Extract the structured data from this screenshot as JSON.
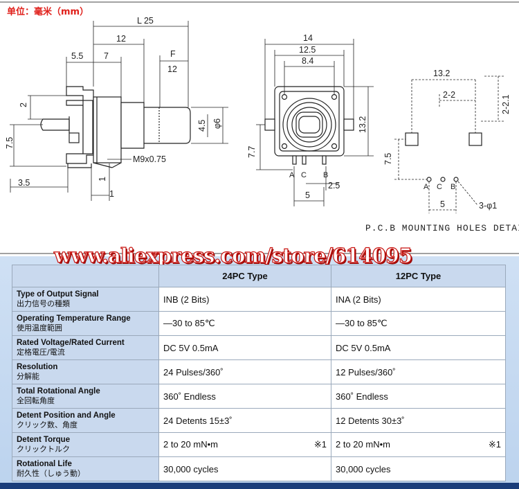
{
  "unit_label": "单位：毫米（mm）",
  "watermark": "www.aliexpress.com/store/614095",
  "side_view": {
    "dims": [
      "L 25",
      "12",
      "5.5",
      "7",
      "F",
      "12",
      "2",
      "7.5",
      "3.5",
      "1",
      "1",
      "4.5",
      "φ6",
      "M9x0.75"
    ]
  },
  "front_view": {
    "dims": [
      "14",
      "12.5",
      "8.4",
      "7.7",
      "13.2",
      "2.5",
      "5"
    ],
    "pins": [
      "A",
      "C",
      "B"
    ]
  },
  "pcb_view": {
    "dims": [
      "13.2",
      "2-2",
      "2-2.1",
      "7.5",
      "5",
      "3-φ1"
    ],
    "pins": [
      "A",
      "C",
      "B"
    ],
    "caption": "P.C.B MOUNTING HOLES DETAIL"
  },
  "table": {
    "headers": [
      "",
      "24PC Type",
      "12PC Type"
    ],
    "rows": [
      {
        "en": "Type of Output Signal",
        "jp": "出力信号の種類",
        "c24": "INB (2 Bits)",
        "c12": "INA (2 Bits)",
        "note24": "",
        "note12": ""
      },
      {
        "en": "Operating Temperature Range",
        "jp": "使用温度範囲",
        "c24": "—30 to 85℃",
        "c12": "—30 to 85℃",
        "note24": "",
        "note12": ""
      },
      {
        "en": "Rated Voltage/Rated Current",
        "jp": "定格電圧/電流",
        "c24": "DC 5V  0.5mA",
        "c12": "DC 5V  0.5mA",
        "note24": "",
        "note12": ""
      },
      {
        "en": "Resolution",
        "jp": "分解能",
        "c24": "24 Pulses/360˚",
        "c12": "12 Pulses/360˚",
        "note24": "",
        "note12": ""
      },
      {
        "en": "Total Rotational Angle",
        "jp": "全回転角度",
        "c24": "360˚  Endless",
        "c12": "360˚  Endless",
        "note24": "",
        "note12": ""
      },
      {
        "en": "Detent Position and Angle",
        "jp": "クリック数、角度",
        "c24": "24 Detents 15±3˚",
        "c12": "12 Detents 30±3˚",
        "note24": "",
        "note12": ""
      },
      {
        "en": "Detent Torque",
        "jp": "クリックトルク",
        "c24": "2 to 20 mN•m",
        "c12": "2 to 20 mN•m",
        "note24": "※1",
        "note12": "※1"
      },
      {
        "en": "Rotational Life",
        "jp": "耐久性（しゅう動）",
        "c24": "30,000 cycles",
        "c12": "30,000 cycles",
        "note24": "",
        "note12": ""
      }
    ]
  }
}
